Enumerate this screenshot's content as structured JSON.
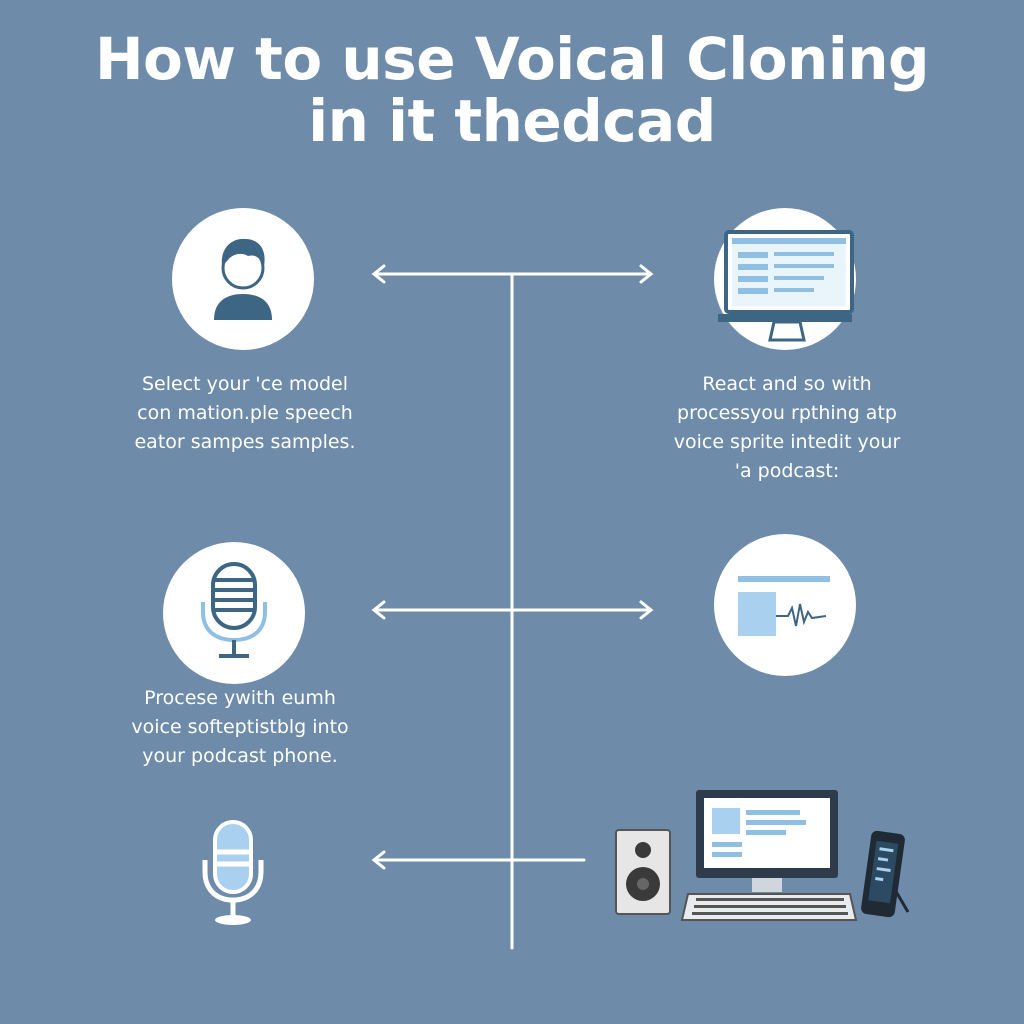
{
  "title": {
    "line1": "How to use Voical Cloning",
    "line2": "in it thedcad"
  },
  "steps": [
    {
      "lines": [
        "Select your 'ce model",
        "con mation.ple speech",
        "eator sampes samples."
      ],
      "icon": "person-icon"
    },
    {
      "lines": [
        "React and so with",
        "processyou rpthing atp",
        "voice sprite intedit your",
        "'a podcast:"
      ],
      "icon": "monitor-icon"
    },
    {
      "lines": [
        "Procese ywith eumh",
        "voice softeptistblg into",
        "your podcast phone."
      ],
      "icon": "microphone-icon"
    },
    {
      "lines": [],
      "icon": "waveform-window-icon"
    }
  ],
  "colors": {
    "background": "#6e8ca9",
    "accent_light": "#a9d0ee",
    "icon_dark": "#3d6584"
  }
}
